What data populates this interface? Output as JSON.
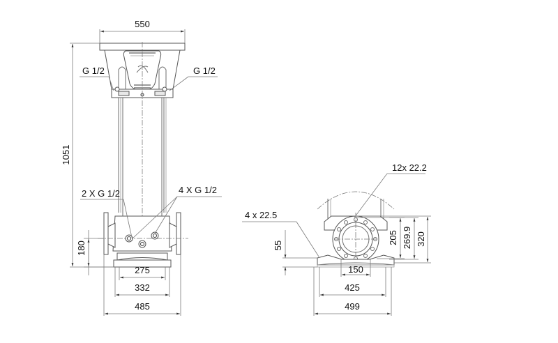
{
  "drawing": {
    "type": "pump-dimensional-drawing",
    "front_view": {
      "dimensions": {
        "motor_width": "550",
        "overall_height": "1051",
        "port_height": "180",
        "base_inner_width": "275",
        "base_mid_width": "332",
        "flange_width": "485"
      },
      "callouts": {
        "vent_left": "G 1/2",
        "vent_right": "G 1/2",
        "drain_plugs": "2 X G 1/2",
        "sensor_ports": "4 X G 1/2"
      }
    },
    "side_view": {
      "dimensions": {
        "base_height": "55",
        "flange_center_a": "205",
        "flange_center_b": "269.9",
        "flange_top": "320",
        "port_diameter": "150",
        "base_hole_spacing": "425",
        "base_width": "499"
      },
      "callouts": {
        "flange_holes": "12x 22.2",
        "base_holes": "4 x 22.5"
      }
    }
  }
}
